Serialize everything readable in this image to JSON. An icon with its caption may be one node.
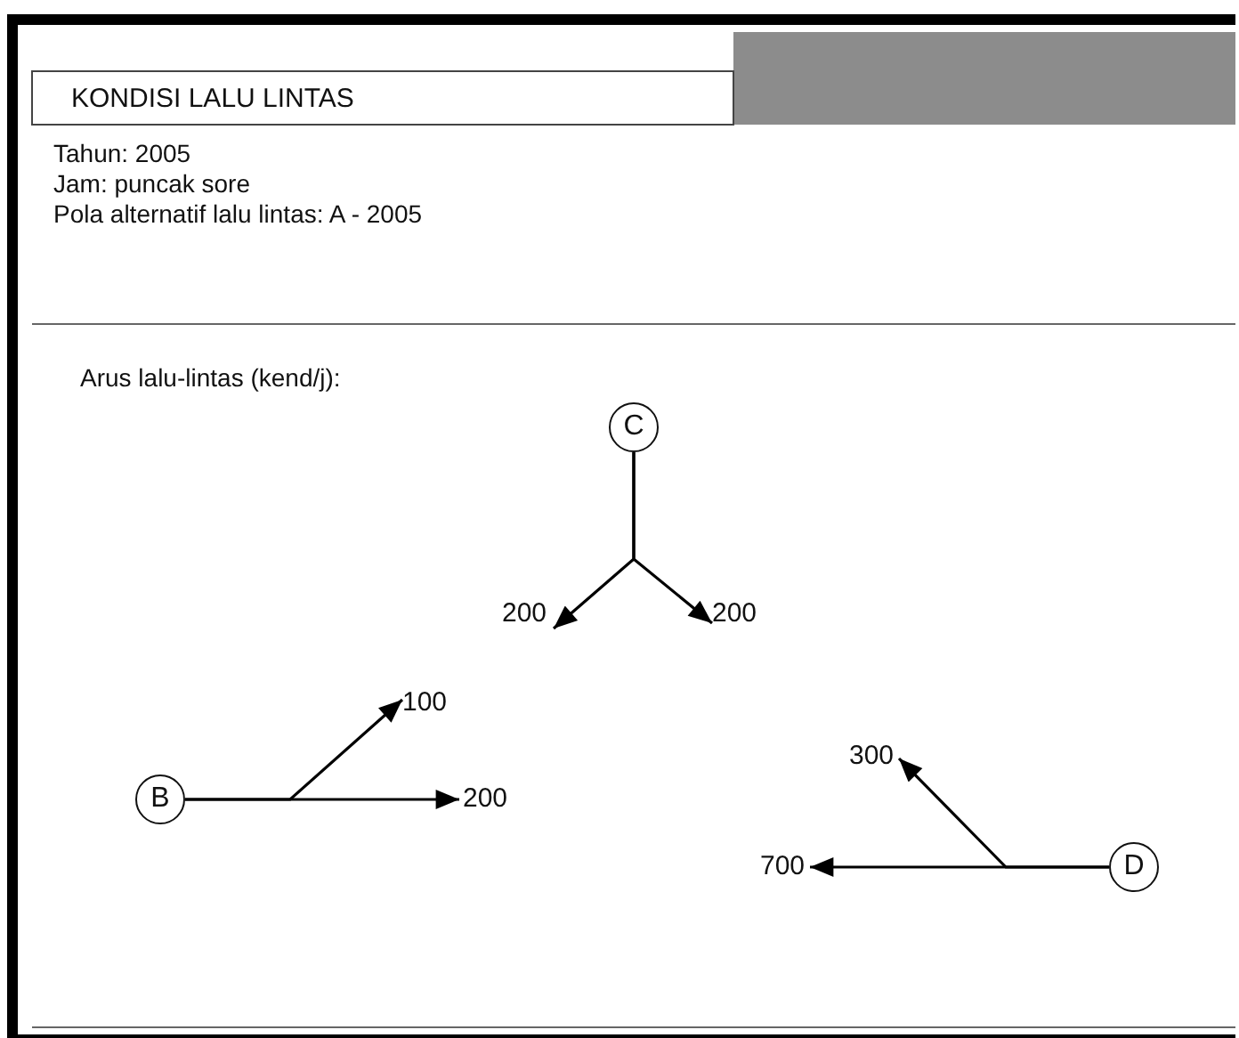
{
  "diagram": {
    "title": "KONDISI LALU LINTAS",
    "nodes": [
      {
        "text": [
          "C"
        ]
      },
      {
        "text": [
          "200"
        ]
      },
      {
        "text": [
          "200"
        ]
      },
      {
        "text": [
          "B"
        ]
      },
      {
        "text": [
          "100"
        ]
      },
      {
        "text": [
          "200"
        ]
      },
      {
        "text": [
          "300"
        ]
      },
      {
        "text": [
          "700"
        ]
      },
      {
        "text": [
          "D"
        ]
      }
    ],
    "edges": [
      {
        "from": 0,
        "to": 1,
        "arrow": "to"
      },
      {
        "from": 0,
        "to": 2,
        "arrow": "to"
      },
      {
        "from": 3,
        "to": 4,
        "arrow": "to"
      },
      {
        "from": 3,
        "to": 5,
        "arrow": "to"
      },
      {
        "from": 8,
        "to": 6,
        "arrow": "to"
      },
      {
        "from": 8,
        "to": 7,
        "arrow": "to"
      }
    ],
    "labels": [
      "Tahun: 2005",
      "Jam: puncak sore",
      "Pola alternatif lalu lintas: A - 2005",
      "Arus lalu-lintas (kend/j):"
    ]
  }
}
